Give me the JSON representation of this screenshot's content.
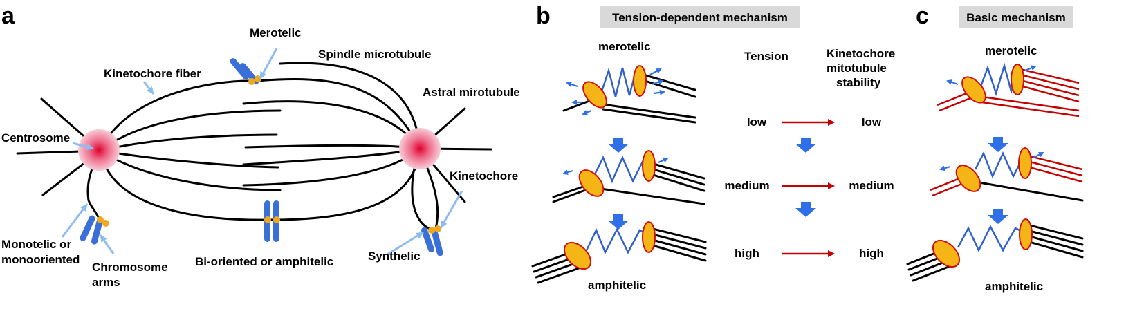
{
  "panels": {
    "a": "a",
    "b": "b",
    "c": "c"
  },
  "panel_a": {
    "labels": {
      "merotelic": "Merotelic",
      "spindle_microtubule": "Spindle microtubule",
      "kinetochore_fiber": "Kinetochore fiber",
      "astral_microtubule": "Astral mirotubule",
      "centrosome": "Centrosome",
      "kinetochore": "Kinetochore",
      "monotelic_line1": "Monotelic or",
      "monotelic_line2": "monooriented",
      "chromosome_arms_line1": "Chromosome",
      "chromosome_arms_line2": "arms",
      "bioriented": "Bi-oriented or amphitelic",
      "synthelic": "Synthelic"
    }
  },
  "panel_b": {
    "header": "Tension-dependent mechanism",
    "merotelic": "merotelic",
    "amphitelic": "amphitelic",
    "col_tension": "Tension",
    "col_stability_line1": "Kinetochore",
    "col_stability_line2": "mitotubule",
    "col_stability_line3": "stability",
    "rows": [
      {
        "tension": "low",
        "stability": "low"
      },
      {
        "tension": "medium",
        "stability": "medium"
      },
      {
        "tension": "high",
        "stability": "high"
      }
    ]
  },
  "panel_c": {
    "header": "Basic mechanism",
    "merotelic": "merotelic",
    "amphitelic": "amphitelic"
  },
  "colors": {
    "microtubule": "#000000",
    "stable_microtubule": "#c40000",
    "spring": "#2f5fd0",
    "kinetochore_fill": "#f5b516",
    "kinetochore_edge": "#d01010",
    "centrosome_core": "#e0002a",
    "centrosome_halo": "#f6b8c8",
    "pointer": "#8fbcf0",
    "down_arrow": "#2f6fe8",
    "header_box": "#d9d9d9"
  }
}
